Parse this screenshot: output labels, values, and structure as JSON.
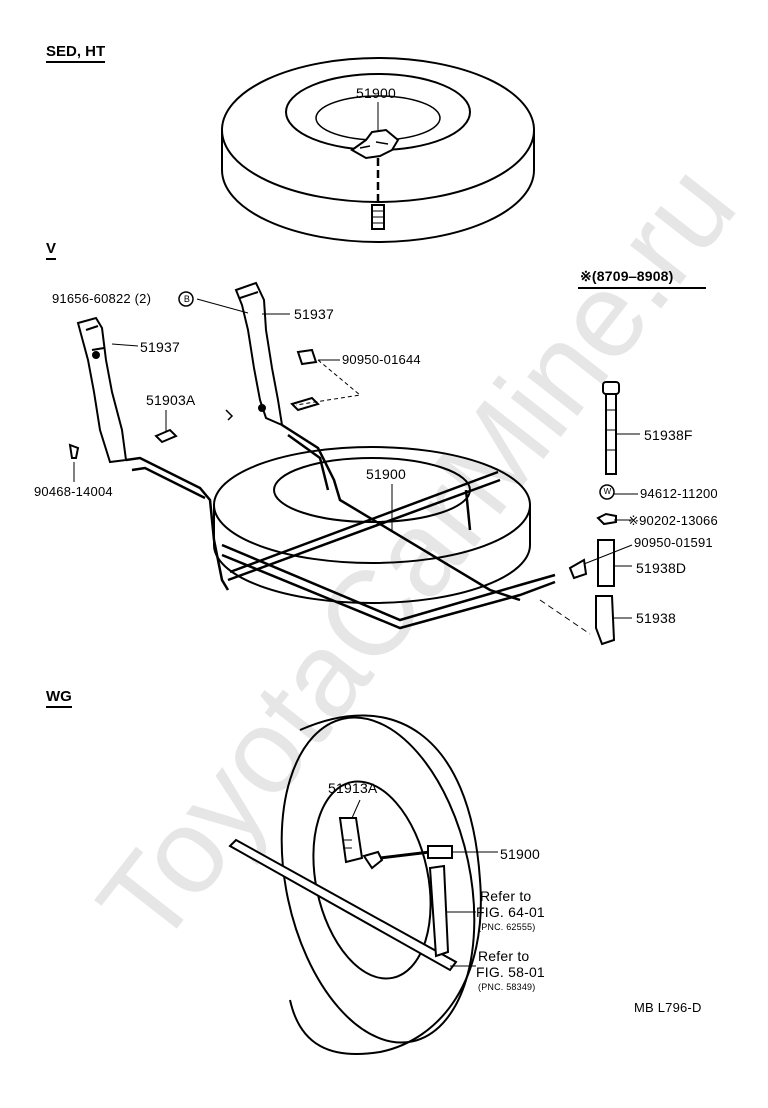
{
  "watermark": "ToyotaCarMine.ru",
  "sections": {
    "sed_ht": "SED, HT",
    "v": "V",
    "wg": "WG",
    "date_range": "※(8709‒8908)"
  },
  "labels": {
    "p51900_top": "51900",
    "p91656": "91656-60822 (2)",
    "p51937_right": "51937",
    "p51937_left": "51937",
    "p90950_01644": "90950-01644",
    "p51903A": "51903A",
    "p90468": "90468-14004",
    "p51900_mid": "51900",
    "p51938F": "51938F",
    "p94612": "94612-11200",
    "p90202": "※90202-13066",
    "p90950_01591": "90950-01591",
    "p51938D": "51938D",
    "p51938": "51938",
    "p51913A": "51913A",
    "p51900_bottom": "51900",
    "refer1_a": "Refer to",
    "refer1_b": "FIG. 64-01",
    "refer1_c": "(PNC. 62555)",
    "refer2_a": "Refer to",
    "refer2_b": "FIG. 58-01",
    "refer2_c": "(PNC. 58349)",
    "code": "MB  L796-D"
  },
  "symbols": {
    "circle_b": "B",
    "circle_w": "W"
  }
}
